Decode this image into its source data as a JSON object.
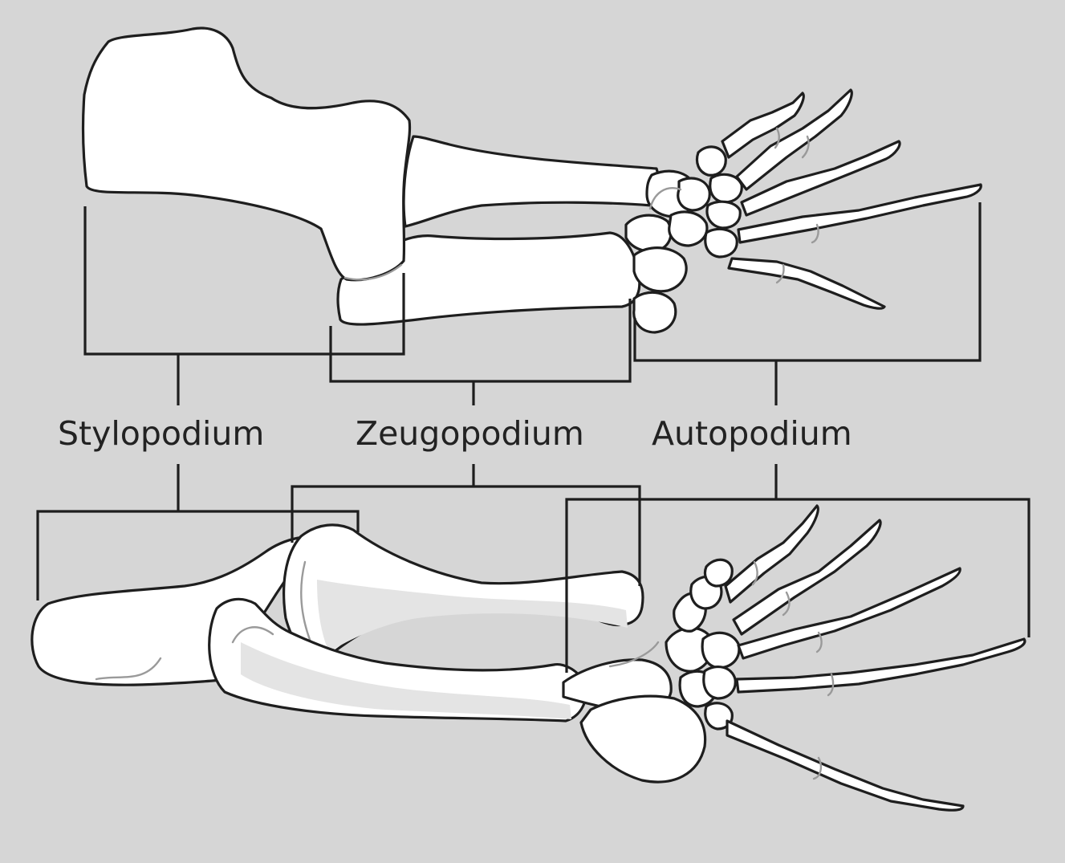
{
  "labels": {
    "stylopodium": "Stylopodium",
    "zeugopodium": "Zeugopodium",
    "autopodium": "Autopodium"
  },
  "colors": {
    "background": "#d6d6d6",
    "bone_fill": "#ffffff",
    "outline": "#1e1e1e",
    "suture": "#9a9a9a"
  }
}
